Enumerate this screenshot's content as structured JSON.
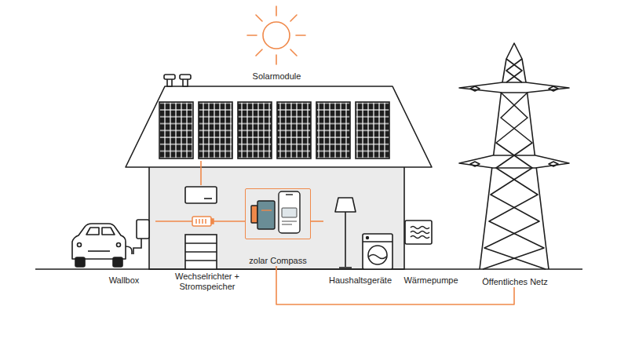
{
  "diagram": {
    "nodes": [
      {
        "text": [
          "Solarmodule"
        ]
      },
      {
        "text": [
          "Wallbox"
        ]
      },
      {
        "text": [
          "Wechselrichter + Stromspeicher"
        ]
      },
      {
        "text": [
          "zolar Compass"
        ]
      },
      {
        "text": [
          "Haushaltsgeräte"
        ]
      },
      {
        "text": [
          "Wärmepumpe"
        ]
      },
      {
        "text": [
          "Öffentliches Netz"
        ]
      }
    ],
    "edges": [
      {
        "from": 0,
        "to": 2,
        "arrow": "none"
      },
      {
        "from": 1,
        "to": 3,
        "arrow": "none"
      },
      {
        "from": 3,
        "to": 4,
        "arrow": "none"
      },
      {
        "from": 3,
        "to": 6,
        "arrow": "none"
      }
    ]
  }
}
